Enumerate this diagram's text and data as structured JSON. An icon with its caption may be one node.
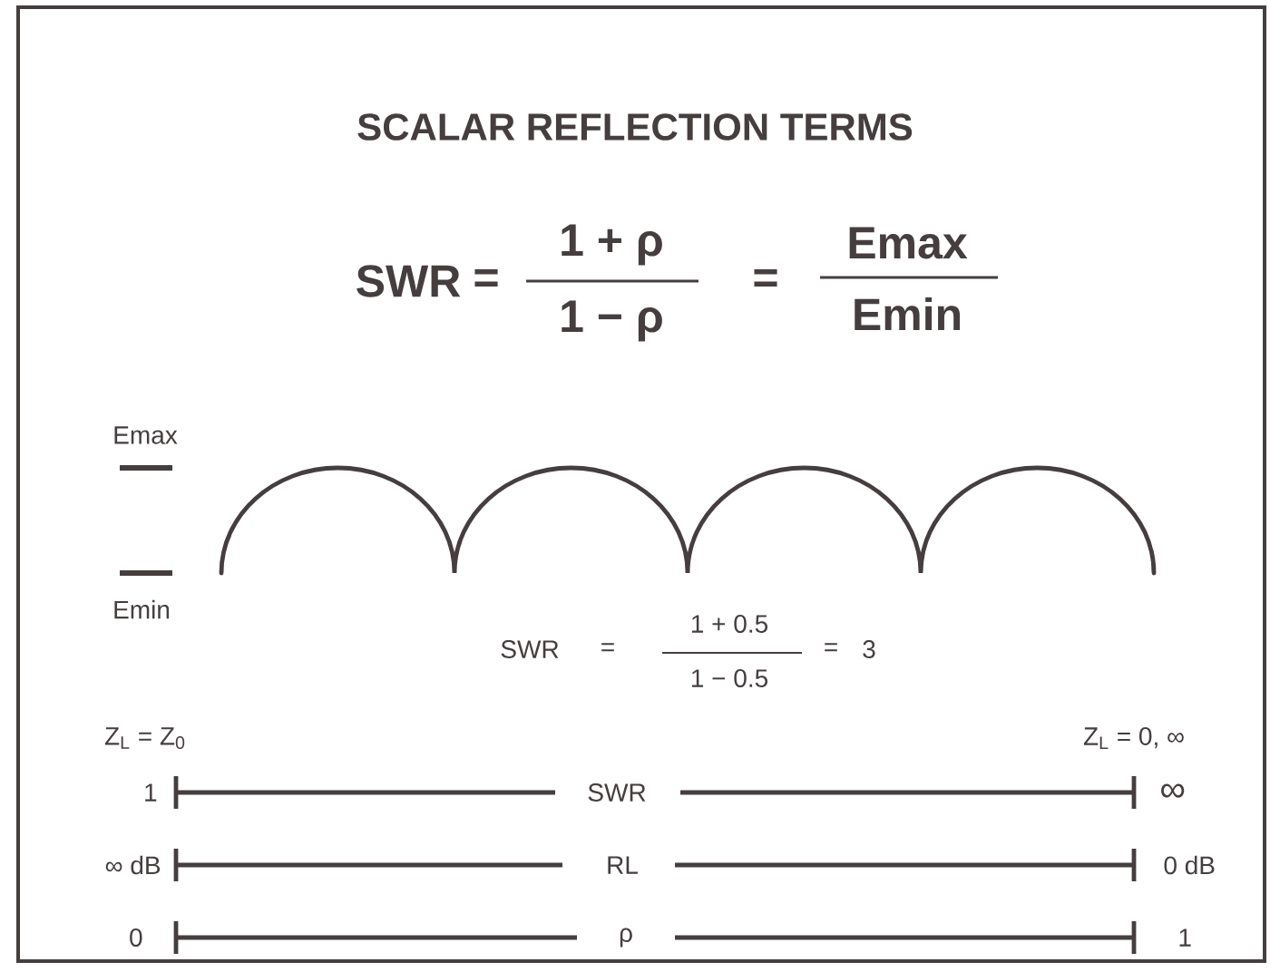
{
  "diagram": {
    "title": "SCALAR REFLECTION TERMS",
    "labels": [
      "SWR",
      "=",
      "1 + ρ",
      "1 − ρ",
      "=",
      "Emax",
      "Emin",
      "Emax",
      "Emin",
      "SWR",
      "=",
      "1 + 0.5",
      "1 − 0.5",
      "=",
      "3",
      "Z$_{L}$ = Z$_{0}$",
      "Z$_{L}$ = 0, ∞",
      "1",
      "SWR",
      "∞",
      "∞ dB",
      "RL",
      "0 dB",
      "0",
      "ρ",
      "1"
    ]
  }
}
